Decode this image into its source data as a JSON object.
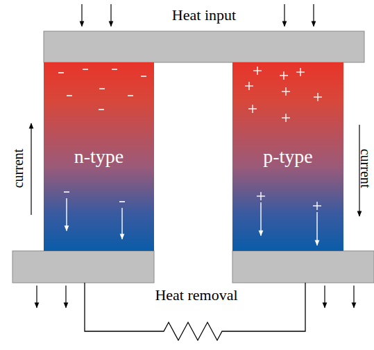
{
  "diagram": {
    "nodes": [
      {
        "text": [
          "n-type"
        ]
      },
      {
        "text": [
          "p-type"
        ]
      }
    ],
    "labels": [
      "Heat input",
      "Heat removal",
      "current",
      "current"
    ]
  }
}
